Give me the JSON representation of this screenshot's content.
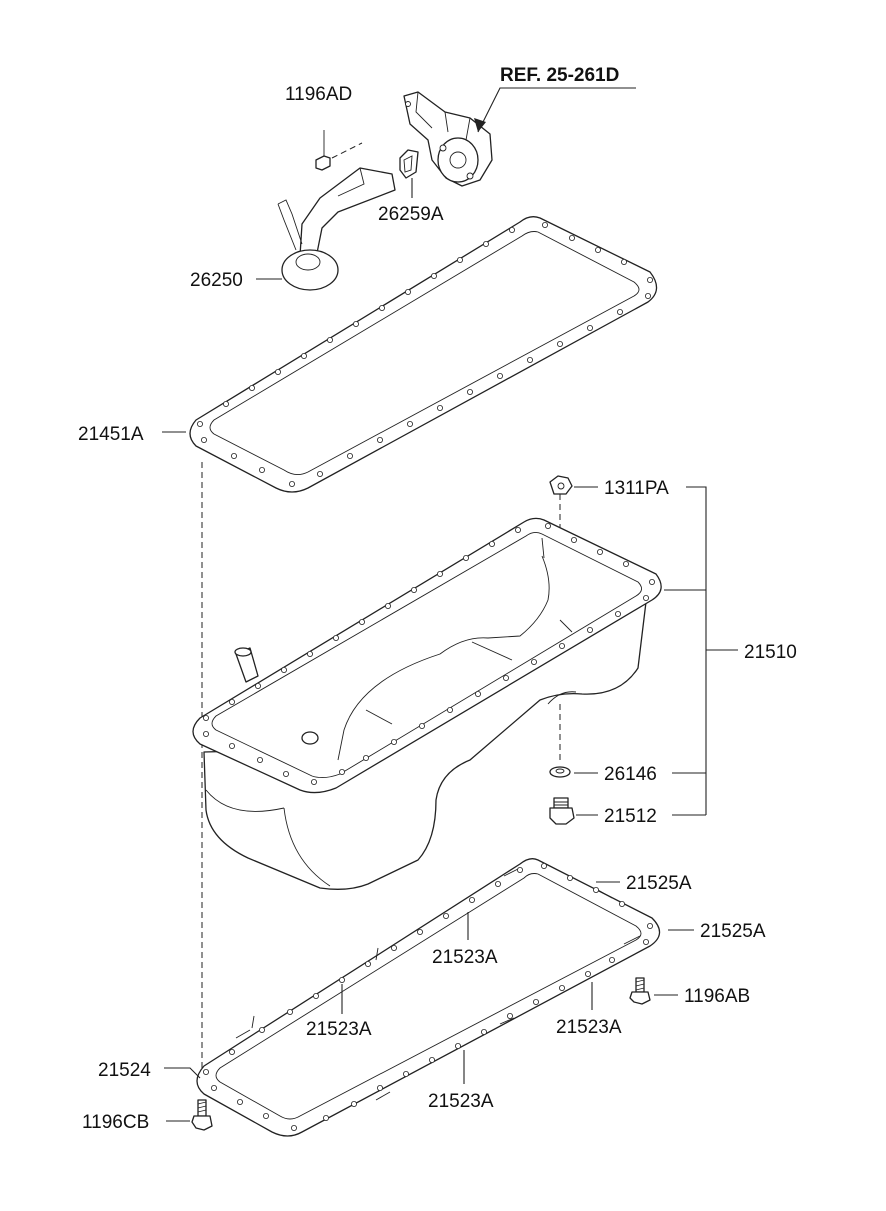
{
  "labels": {
    "ref": "REF. 25-261D",
    "bolt_top": "1196AD",
    "oil_seal": "26259A",
    "strainer": "26250",
    "upper_gasket": "21451A",
    "nut": "1311PA",
    "oil_pan": "21510",
    "drain_gasket": "26146",
    "drain_plug": "21512",
    "gasket_end_1": "21525A",
    "gasket_end_2": "21525A",
    "gasket_side_1": "21523A",
    "gasket_side_2": "21523A",
    "gasket_side_3": "21523A",
    "gasket_side_4": "21523A",
    "bolt_right": "1196AB",
    "lower_gasket": "21524",
    "bolt_bottom": "1196CB"
  }
}
